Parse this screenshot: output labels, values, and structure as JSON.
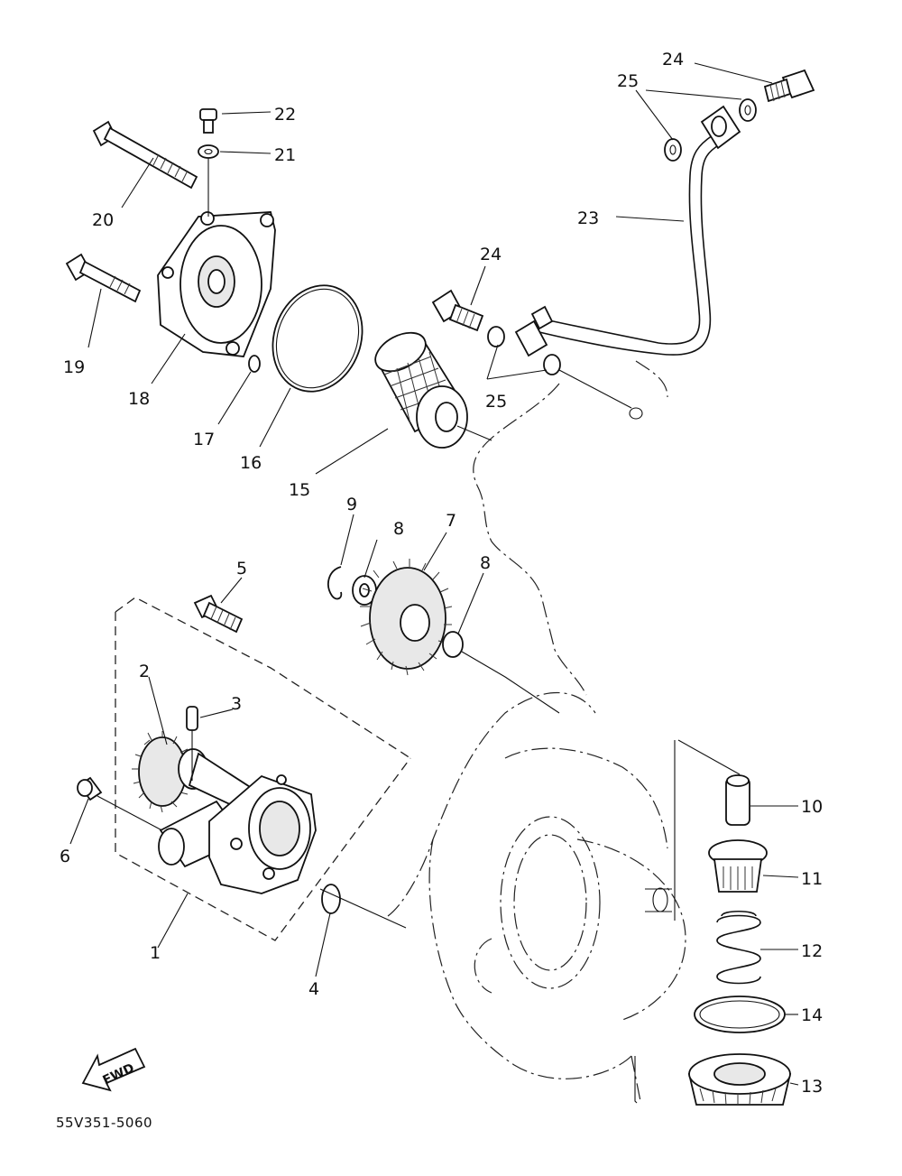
{
  "diagram": {
    "part_labels": {
      "p1": "1",
      "p2": "2",
      "p3": "3",
      "p4": "4",
      "p5": "5",
      "p6": "6",
      "p7": "7",
      "p8a": "8",
      "p8b": "8",
      "p9": "9",
      "p10": "10",
      "p11": "11",
      "p12": "12",
      "p13": "13",
      "p14": "14",
      "p15": "15",
      "p16": "16",
      "p17": "17",
      "p18": "18",
      "p19": "19",
      "p20": "20",
      "p21": "21",
      "p22": "22",
      "p23": "23",
      "p24a": "24",
      "p24b": "24",
      "p25a": "25",
      "p25b": "25"
    },
    "fwd_label": "FWD",
    "drawing_code": "55V351-5060"
  }
}
